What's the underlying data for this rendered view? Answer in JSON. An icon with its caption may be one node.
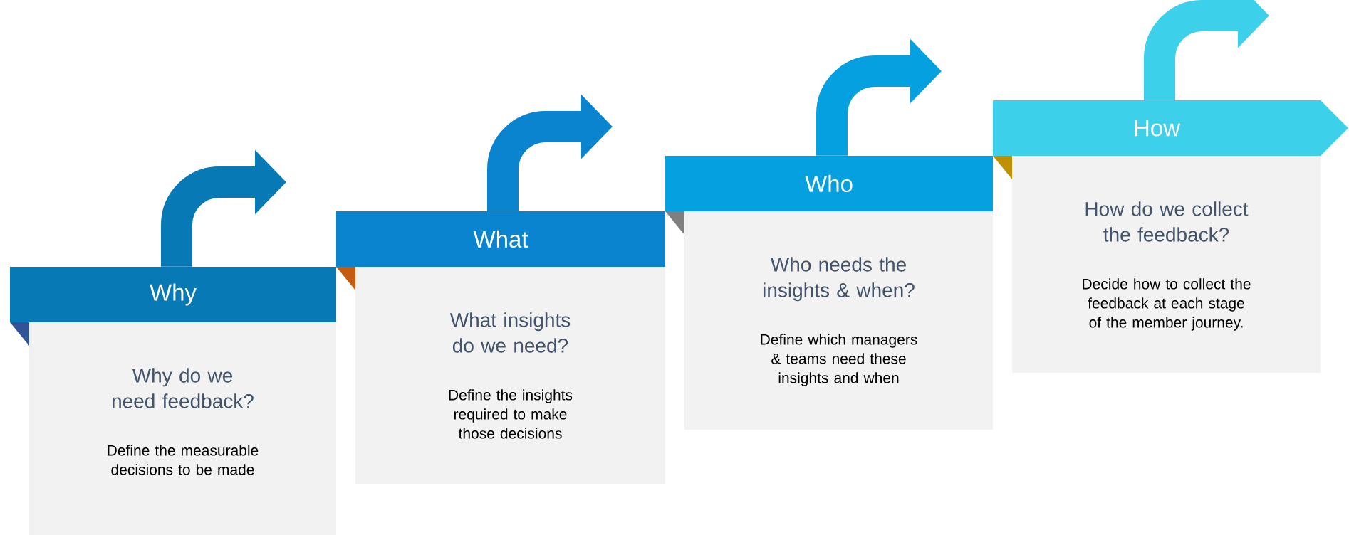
{
  "diagram": {
    "nodes": [
      {
        "text": [
          "Why"
        ]
      },
      {
        "text": [
          "Why do we need feedback?",
          "Define the measurable decisions to be made"
        ]
      },
      {
        "text": [
          "What"
        ]
      },
      {
        "text": [
          "What insights do we need?",
          "Define the insights required to make those decisions"
        ]
      },
      {
        "text": [
          "Who"
        ]
      },
      {
        "text": [
          "Who needs the insights & when?",
          "Define which managers & teams need these insights and when"
        ]
      },
      {
        "text": [
          "How"
        ]
      },
      {
        "text": [
          "How do we collect the feedback?",
          "Decide how to collect the feedback at each stage of the member journey."
        ]
      }
    ],
    "edges": [
      {
        "from": 0,
        "to": null,
        "arrow": "to"
      },
      {
        "from": 2,
        "to": null,
        "arrow": "to"
      },
      {
        "from": 4,
        "to": null,
        "arrow": "to"
      },
      {
        "from": 6,
        "to": null,
        "arrow": "to"
      }
    ]
  }
}
